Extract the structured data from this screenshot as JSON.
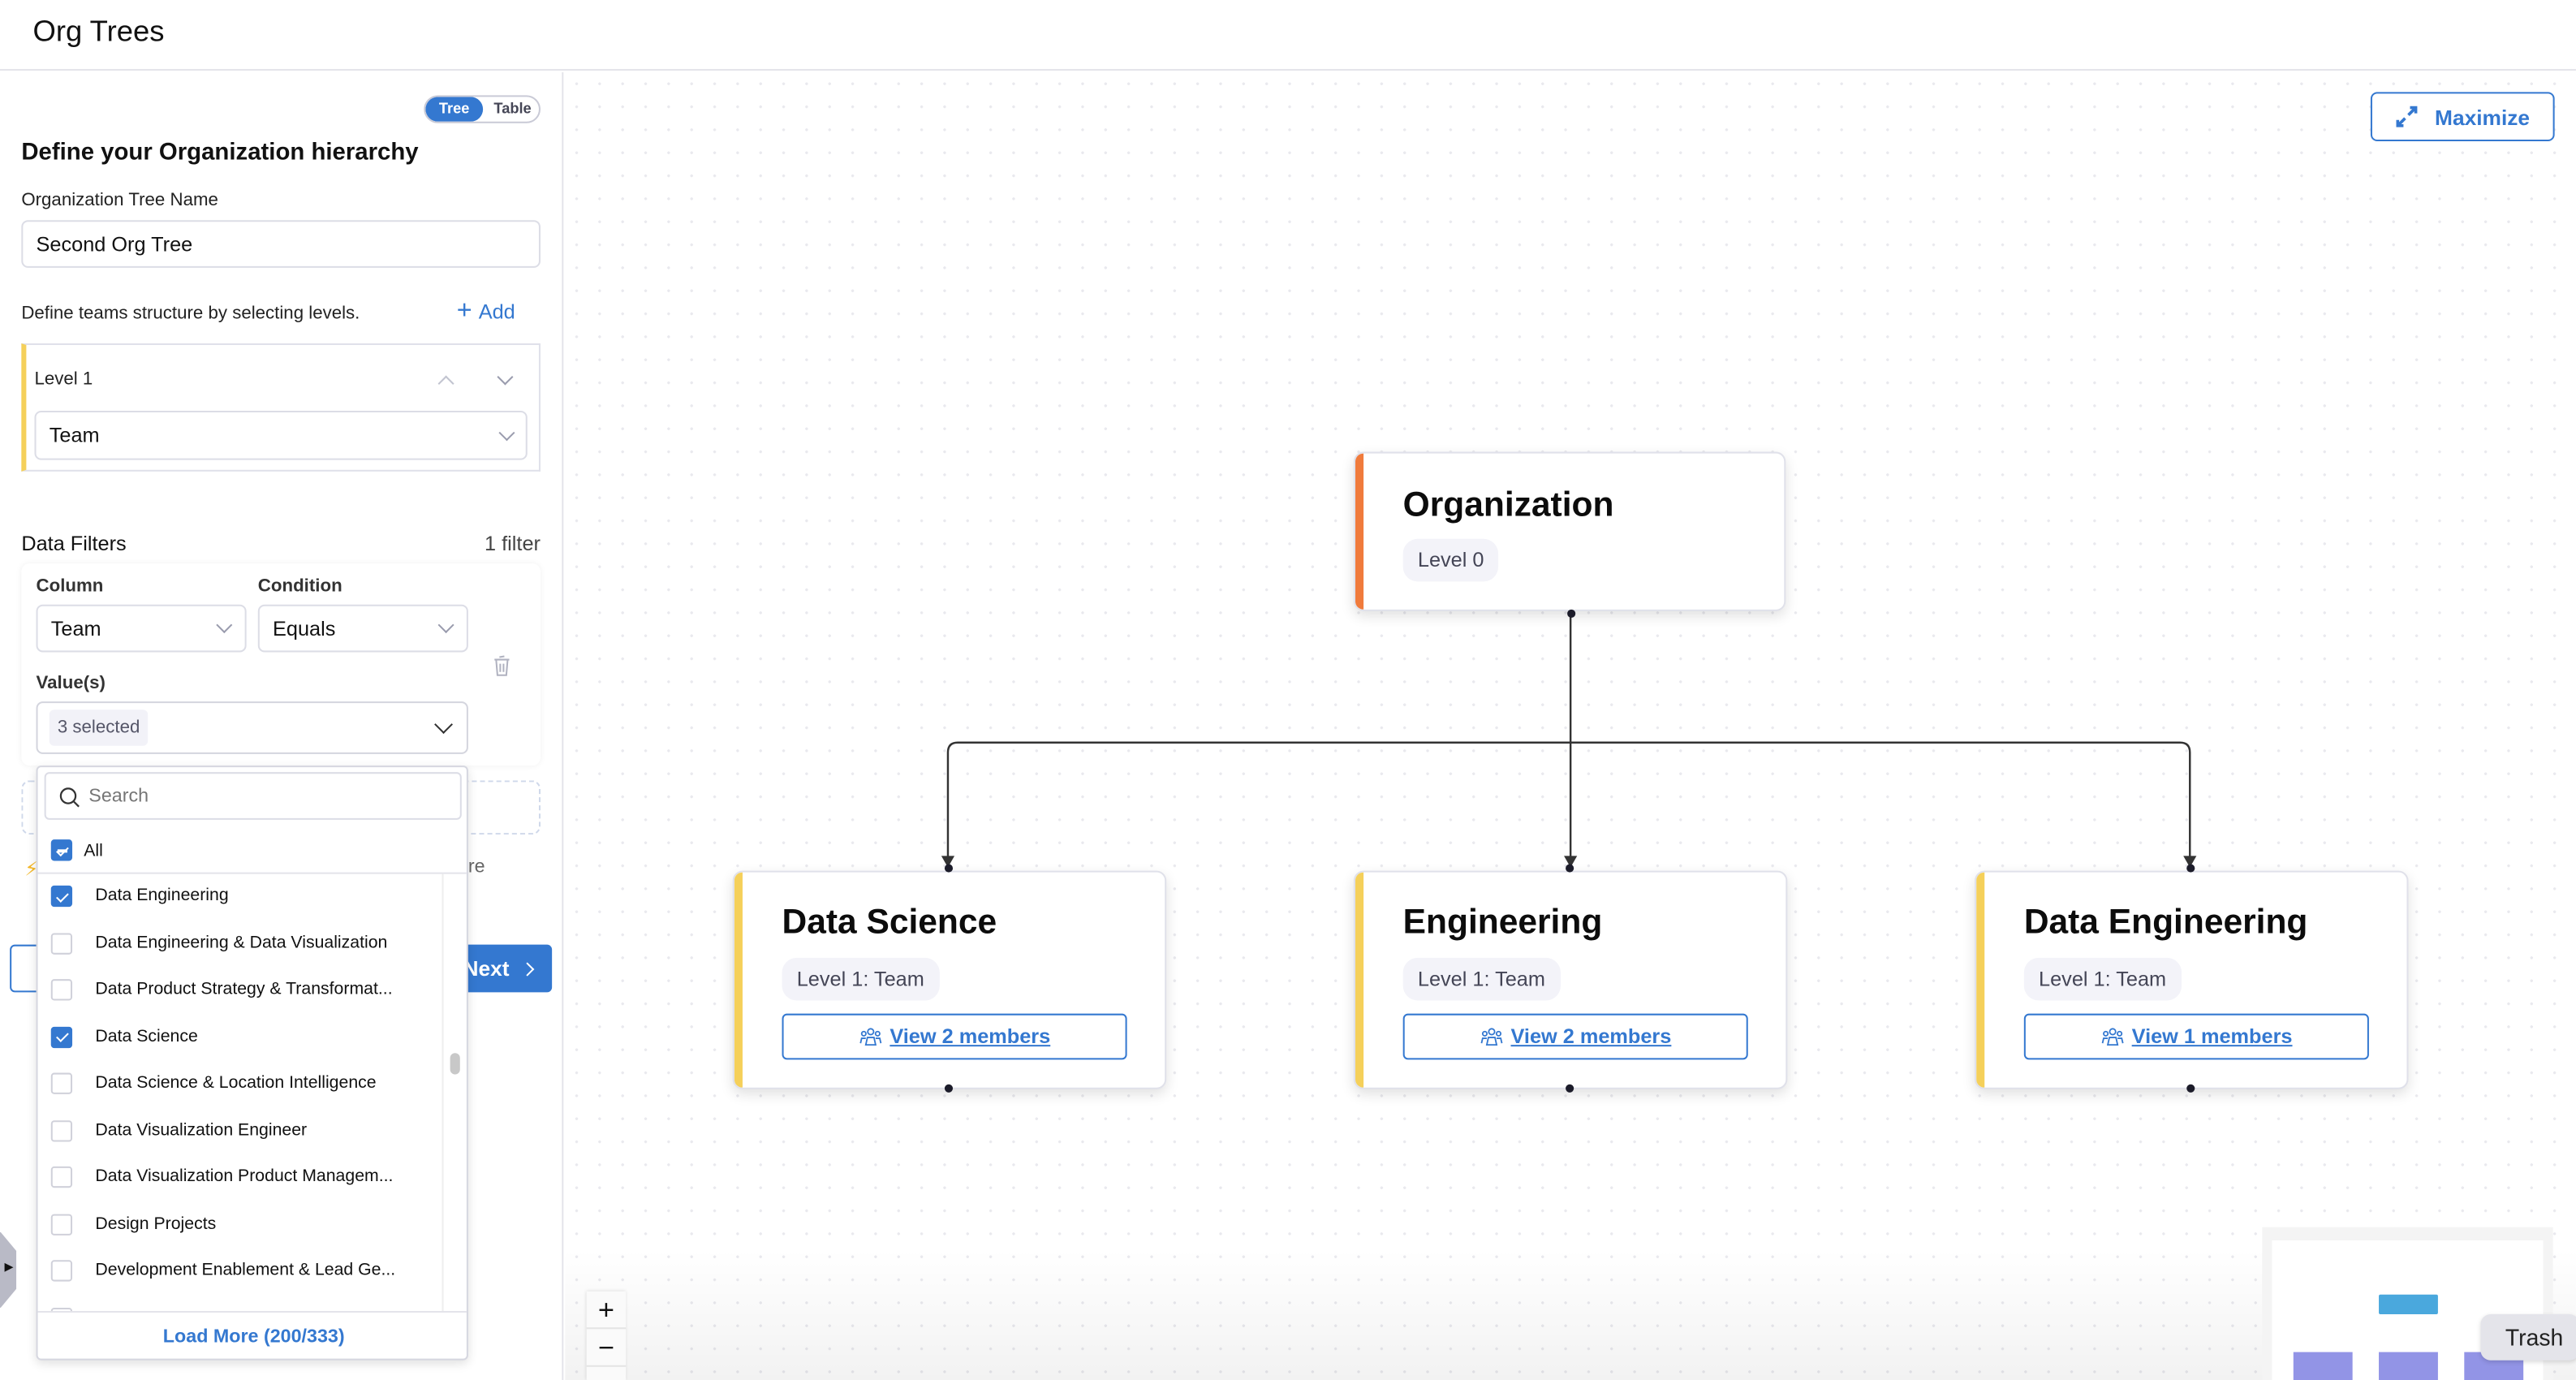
{
  "header": {
    "title": "Org Trees"
  },
  "view_toggle": {
    "options": [
      "Tree",
      "Table"
    ],
    "selected": "Tree"
  },
  "form": {
    "heading": "Define your Organization hierarchy",
    "tree_name_label": "Organization Tree Name",
    "tree_name_value": "Second Org Tree",
    "levels_hint": "Define teams structure by selecting levels.",
    "add_label": "Add",
    "levels": [
      {
        "label": "Level 1",
        "value": "Team"
      }
    ]
  },
  "filters": {
    "title": "Data Filters",
    "count": "1 filter",
    "column_label": "Column",
    "column_value": "Team",
    "condition_label": "Condition",
    "condition_value": "Equals",
    "values_label": "Value(s)",
    "values_selected": "3 selected",
    "partial_text": "re",
    "next_label": "Next"
  },
  "dropdown": {
    "search_placeholder": "Search",
    "all_label": "All",
    "items": [
      {
        "label": "Data Engineering",
        "checked": true
      },
      {
        "label": "Data Engineering & Data Visualization",
        "checked": false
      },
      {
        "label": "Data Product Strategy & Transformat...",
        "checked": false
      },
      {
        "label": "Data Science",
        "checked": true
      },
      {
        "label": "Data Science & Location Intelligence",
        "checked": false
      },
      {
        "label": "Data Visualization Engineer",
        "checked": false
      },
      {
        "label": "Data Visualization Product Managem...",
        "checked": false
      },
      {
        "label": "Design Projects",
        "checked": false
      },
      {
        "label": "Development Enablement & Lead Ge...",
        "checked": false
      }
    ],
    "load_more": "Load More (200/333)"
  },
  "canvas": {
    "maximize_label": "Maximize",
    "zoom_in": "+",
    "zoom_out": "−",
    "tooltip": "Trash",
    "root": {
      "title": "Organization",
      "level": "Level 0",
      "accent": "#f07b3c"
    },
    "children": [
      {
        "title": "Data Science",
        "level": "Level 1: Team",
        "members": "View 2 members",
        "accent": "#f5d05a"
      },
      {
        "title": "Engineering",
        "level": "Level 1: Team",
        "members": "View 2 members",
        "accent": "#f5d05a"
      },
      {
        "title": "Data Engineering",
        "level": "Level 1: Team",
        "members": "View 1 members",
        "accent": "#f5d05a"
      }
    ]
  },
  "colors": {
    "primary": "#3478d0",
    "level0": "#f07b3c",
    "level1": "#f5d05a",
    "minimap_root": "#4aa8dd",
    "minimap_child": "#9294e6"
  }
}
